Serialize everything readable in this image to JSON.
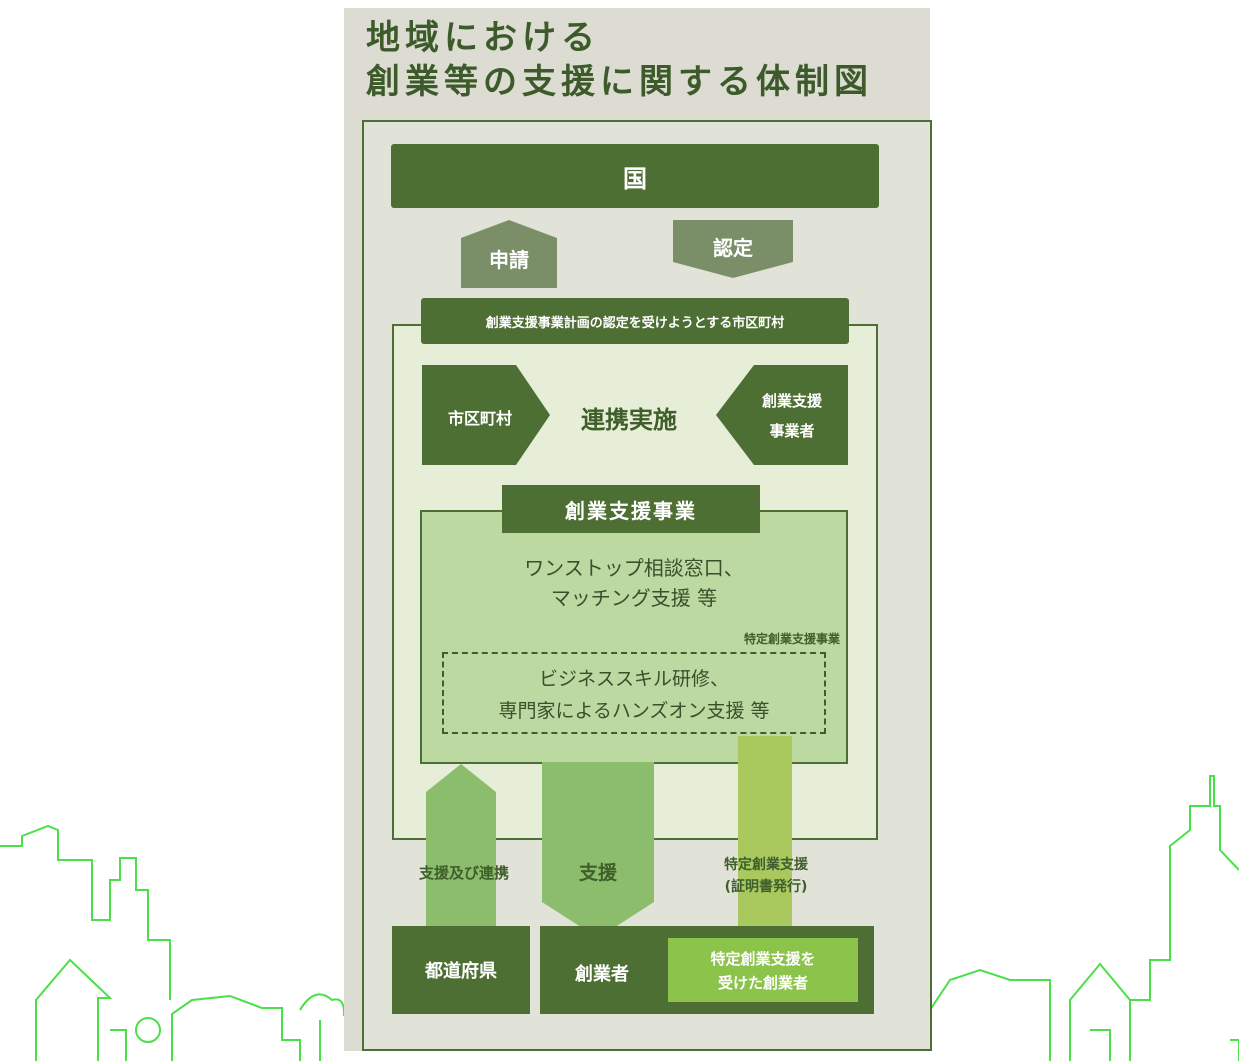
{
  "title": {
    "line1": "地域における",
    "line2": "創業等の支援に関する体制図"
  },
  "diagram": {
    "national": "国",
    "apply": "申請",
    "certify": "認定",
    "municipality_banner": "創業支援事業計画の認定を受けようとする市区町村",
    "municipality": "市区町村",
    "collaboration": "連携実施",
    "provider": {
      "line1": "創業支援",
      "line2": "事業者"
    },
    "program_title": "創業支援事業",
    "program_desc": {
      "line1": "ワンストップ相談窓口、",
      "line2": "マッチング支援 等"
    },
    "specific_label": "特定創業支援事業",
    "specific_desc": {
      "line1": "ビジネススキル研修、",
      "line2": "専門家によるハンズオン支援 等"
    },
    "arrow_support_cooperation": "支援及び連携",
    "arrow_support": "支援",
    "arrow_specific": {
      "line1": "特定創業支援",
      "line2": "(証明書発行)"
    },
    "prefecture": "都道府県",
    "entrepreneur": "創業者",
    "supported_entrepreneur": {
      "line1": "特定創業支援を",
      "line2": "受けた創業者"
    }
  },
  "colors": {
    "dark_green": "#4e6f34",
    "mid_grey_green": "#7a8f68",
    "light_panel": "#e6eed8",
    "program_box": "#bcd9a2",
    "arrow_green": "#8bbd6c",
    "arrow_lime": "#a9c95f",
    "bright_green_badge": "#8cc34a",
    "skyline": "#4ae04a"
  }
}
